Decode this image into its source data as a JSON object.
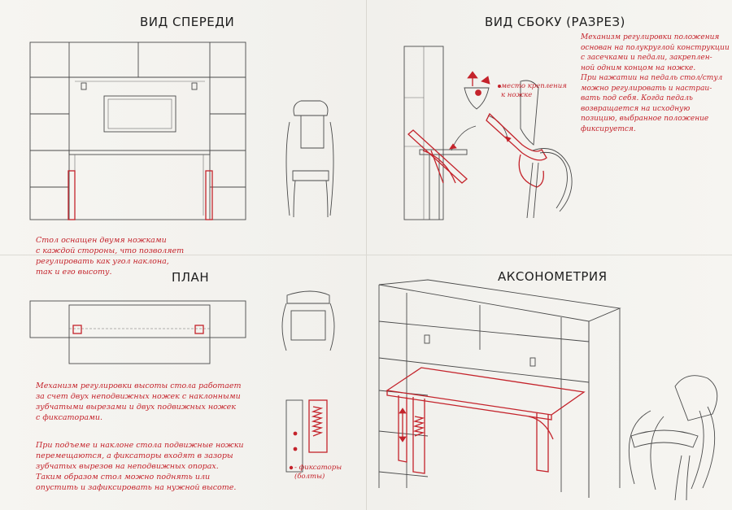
{
  "views": {
    "front": {
      "title": "ВИД СПЕРЕДИ"
    },
    "side": {
      "title": "ВИД СБОКУ (РАЗРЕЗ)"
    },
    "plan": {
      "title": "ПЛАН"
    },
    "axon": {
      "title": "АКСОНОМЕТРИЯ"
    }
  },
  "notes": {
    "side_mechanism": "Механизм регулировки положения\nоснован на полукруглой конструкции\nс засечками и педали, закреплен-\nной одним концом на ножке.\nПри нажатии на педаль стол/стул\nможно регулировать и настраи-\nвать под себя. Когда педаль\nвозвращается на исходную\nпозицию, выбранное положение\nфиксируется.",
    "mount_label": "место крепления\nк ножке",
    "front_legs": "Стол оснащен двумя ножками\nс каждой стороны, что позволяет\nрегулировать как угол наклона,\nтак и его высоту.",
    "height_mechanism": "Механизм регулировки высоты стола работает\nза счет двух неподвижных ножек с наклонными\nзубчатыми вырезами и двух подвижных ножек\nс фиксаторами.",
    "lift_process": "При подъеме и наклоне стола подвижные ножки\nперемещаются, а фиксаторы входят в зазоры\nзубчатых вырезов на неподвижных опорах.\nТаким образом стол можно поднять или\nопустить и зафиксировать на нужной высоте.",
    "latch_label": "- фиксаторы (болты)"
  }
}
